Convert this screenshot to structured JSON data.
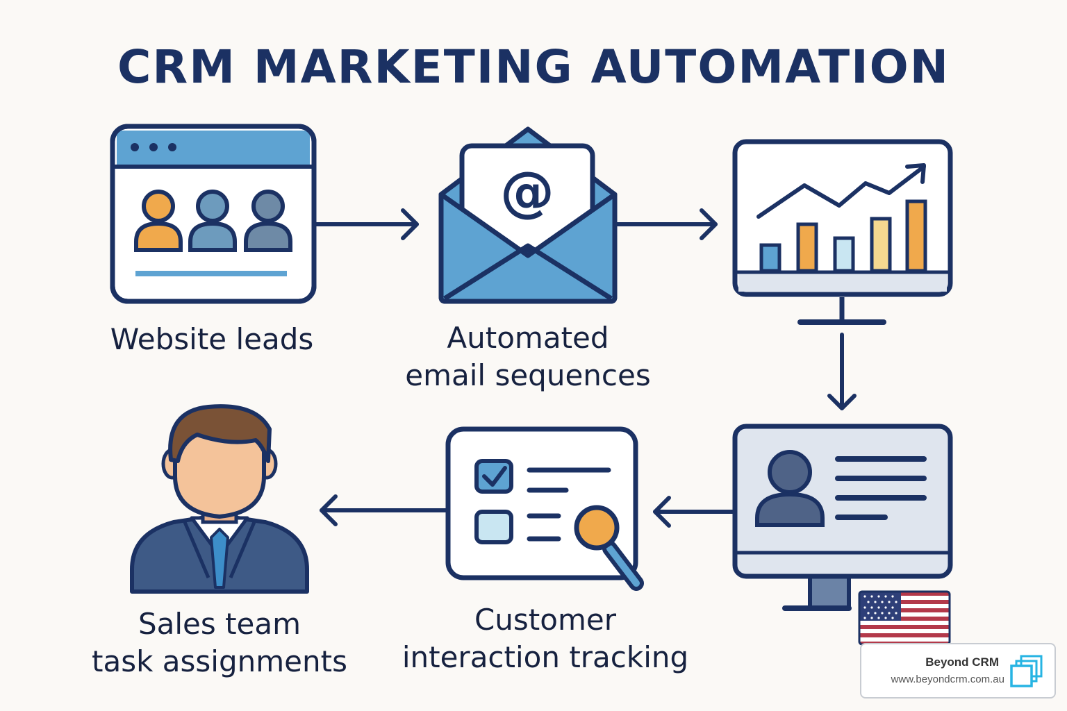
{
  "title": "CRM MARKETING AUTOMATION",
  "colors": {
    "navy": "#1b3163",
    "blue": "#5ea3d2",
    "orange": "#f0a94c",
    "yellow": "#f5d890",
    "light_blue": "#c9e6f2",
    "screen_gray": "#dfe5ee",
    "skin": "#f4c39a",
    "hair": "#7a5236",
    "suit": "#3e5a86",
    "tie": "#3d8ec9",
    "brand_cyan": "#27b4e3"
  },
  "steps": [
    {
      "id": "website-leads",
      "icon": "browser-people-icon",
      "lines": [
        "Website leads"
      ]
    },
    {
      "id": "email-sequences",
      "icon": "email-envelope-icon",
      "lines": [
        "Automated",
        "email sequences"
      ]
    },
    {
      "id": "analytics",
      "icon": "analytics-monitor-icon",
      "lines": []
    },
    {
      "id": "crm-profile",
      "icon": "contact-profile-monitor-icon",
      "lines": []
    },
    {
      "id": "interaction-tracking",
      "icon": "checklist-search-icon",
      "lines": [
        "Customer",
        "interaction tracking"
      ]
    },
    {
      "id": "sales-team",
      "icon": "salesperson-icon",
      "lines": [
        "Sales team",
        "task assignments"
      ]
    }
  ],
  "flag_icon": "us-flag-icon",
  "branding": {
    "name": "Beyond CRM",
    "url": "www.beyondcrm.com.au",
    "logo_icon": "beyond-crm-logo-icon"
  }
}
